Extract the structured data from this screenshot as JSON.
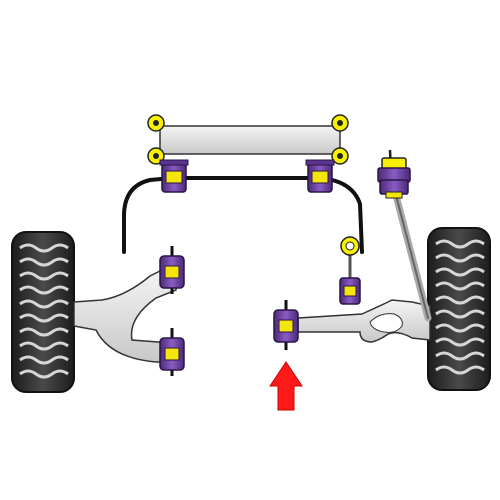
{
  "diagram": {
    "background": "#ffffff",
    "colors": {
      "bush_purple": "#6b3fa0",
      "bush_purple_dark": "#3e1f66",
      "bush_yellow": "#f4e60a",
      "bolt_yellow": "#f8f000",
      "metal_light": "#e3e3e3",
      "metal_mid": "#c9c9c9",
      "outline": "#1a1a1a",
      "tyre_dark": "#2a2a2a",
      "tyre_light": "#d9d9d9",
      "arrow_red": "#ff1a1a"
    },
    "components": [
      {
        "name": "left-wheel",
        "icon": "tyre-icon"
      },
      {
        "name": "right-wheel",
        "icon": "tyre-icon"
      },
      {
        "name": "subframe-crossmember",
        "icon": "crossmember-icon"
      },
      {
        "name": "anti-roll-bar",
        "icon": "anti-roll-bar-icon"
      },
      {
        "name": "left-wishbone",
        "icon": "wishbone-icon"
      },
      {
        "name": "right-lower-arm",
        "icon": "control-arm-icon"
      },
      {
        "name": "drop-link",
        "icon": "drop-link-icon"
      },
      {
        "name": "shock-top-mount",
        "icon": "shock-mount-icon"
      }
    ],
    "highlight": {
      "target": "rear-arm-bush",
      "icon": "red-arrow-icon"
    }
  }
}
